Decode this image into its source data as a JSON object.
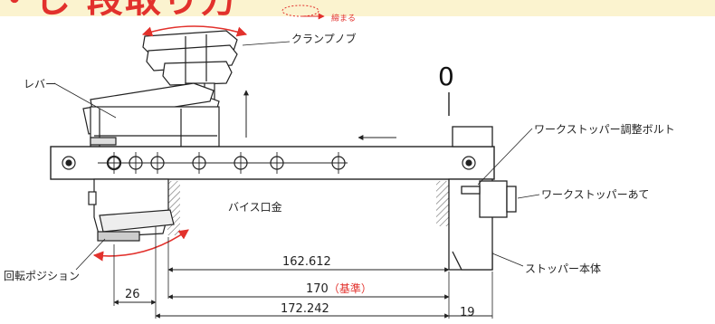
{
  "header": {
    "title": "・し 段取り方",
    "rotation_note": "締まる"
  },
  "labels": {
    "clamp_knob": "クランプノブ",
    "lever": "レバー",
    "vise_jaw": "バイス口金",
    "rotation_position": "回転ポジション",
    "work_stopper_bolt": "ワークストッパー調整ボルト",
    "work_stopper_plate": "ワークストッパーあて",
    "stopper_body": "ストッパー本体",
    "zero": "0"
  },
  "dimensions": {
    "d1": "162.612",
    "d2": "170",
    "d2_note": "（基準）",
    "d3": "172.242",
    "left_offset": "26",
    "right_offset": "19"
  },
  "colors": {
    "accent": "#e2312c",
    "header_bg": "#fbf3cf",
    "line": "#222222"
  }
}
